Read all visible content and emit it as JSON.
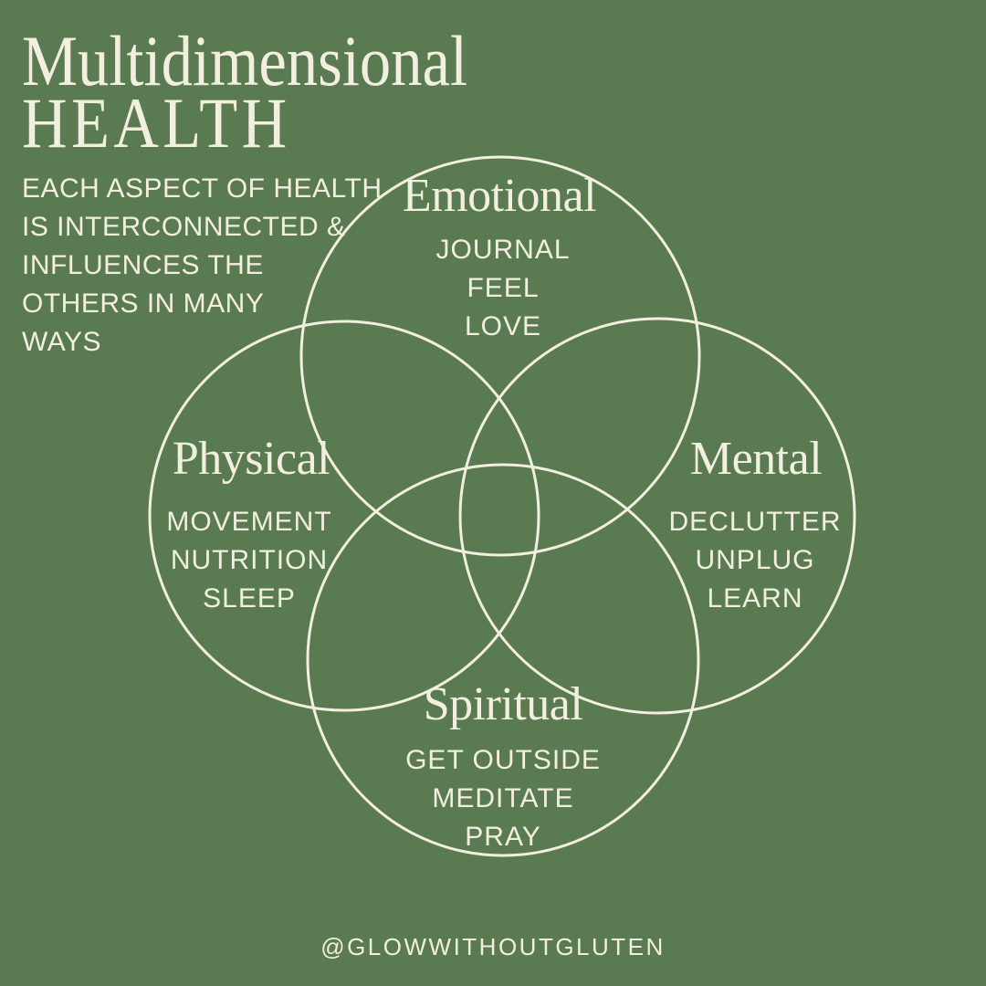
{
  "colors": {
    "background": "#5A7A52",
    "ink": "#F2EFDE"
  },
  "header": {
    "title_line1": "Multidimensional",
    "title_line2": "HEALTH",
    "description_lines": [
      "EACH ASPECT OF HEALTH",
      "IS INTERCONNECTED &",
      "INFLUENCES THE",
      "OTHERS IN MANY",
      "WAYS"
    ]
  },
  "venn": {
    "circles": [
      {
        "label": "Emotional",
        "items": [
          "JOURNAL",
          "FEEL",
          "LOVE"
        ]
      },
      {
        "label": "Physical",
        "items": [
          "MOVEMENT",
          "NUTRITION",
          "SLEEP"
        ]
      },
      {
        "label": "Mental",
        "items": [
          "DECLUTTER",
          "UNPLUG",
          "LEARN"
        ]
      },
      {
        "label": "Spiritual",
        "items": [
          "GET OUTSIDE",
          "MEDITATE",
          "PRAY"
        ]
      }
    ]
  },
  "footer": {
    "handle": "@GLOWWITHOUTGLUTEN"
  }
}
